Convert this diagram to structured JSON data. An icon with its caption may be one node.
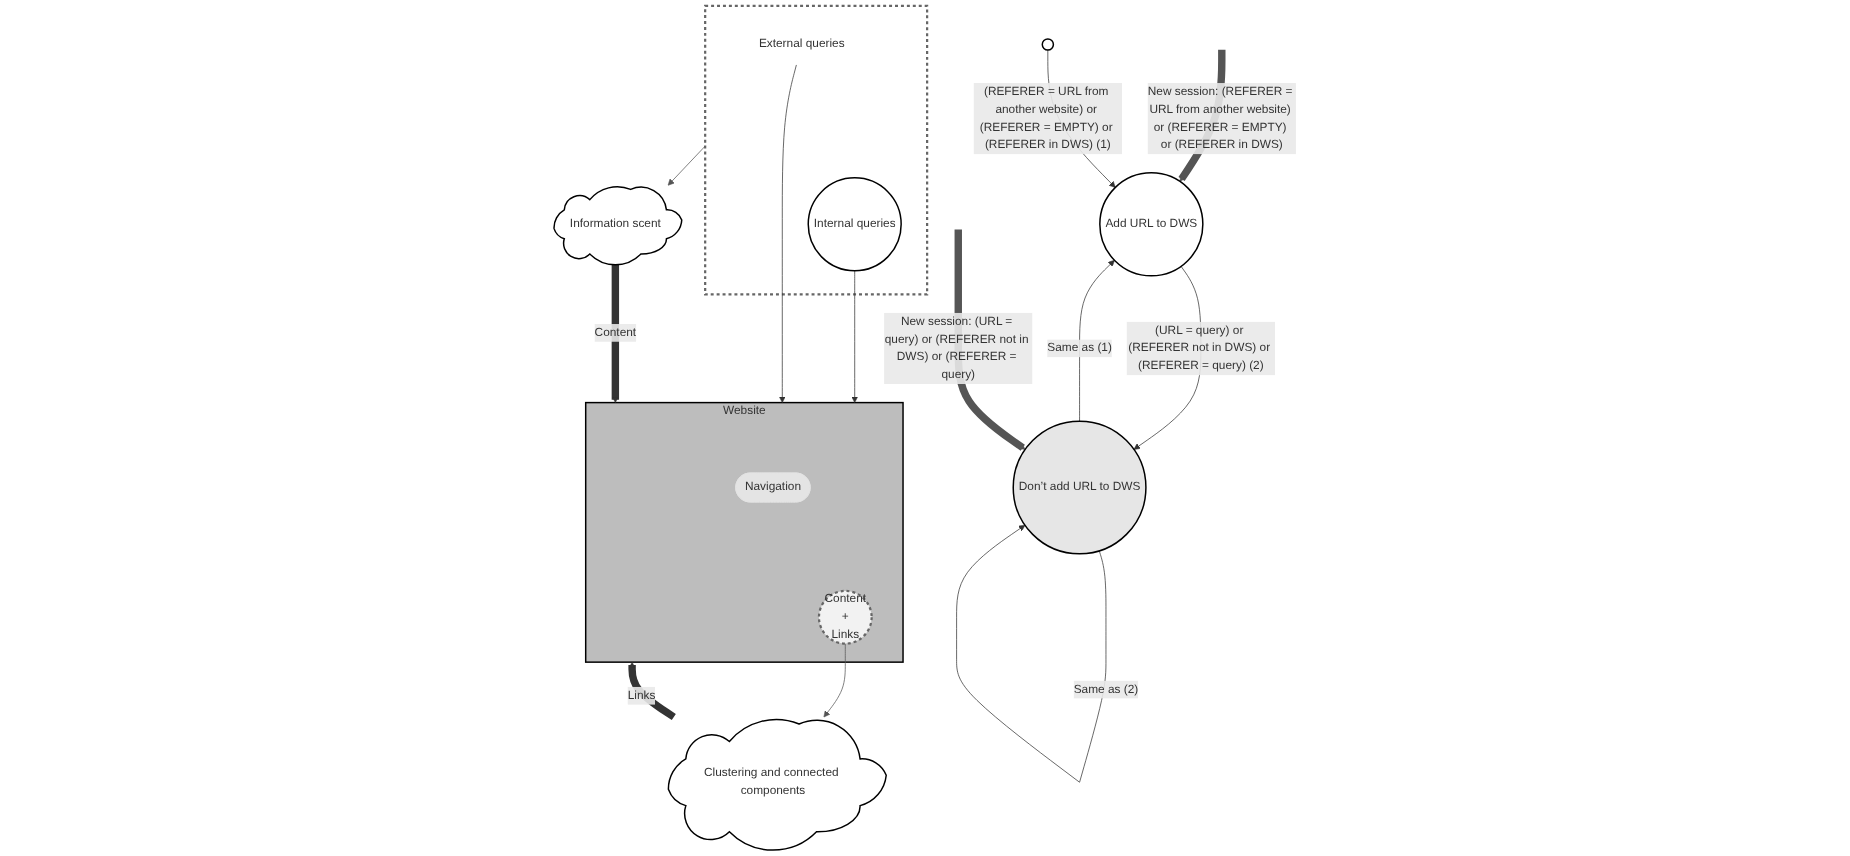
{
  "diagram": {
    "nodes": [
      {
        "text": [],
        "shape": "box"
      },
      {
        "text": [
          "External queries"
        ],
        "in": 0
      },
      {
        "text": [
          "Internal queries"
        ],
        "in": 0
      },
      {
        "text": [
          "Website"
        ]
      },
      {
        "text": [
          "Navigation"
        ],
        "in": 3
      },
      {
        "text": [
          "Content",
          "+",
          "Links"
        ],
        "in": 3
      },
      {
        "text": [
          "Information scent"
        ]
      },
      {
        "text": [
          "Clustering and connected components"
        ]
      },
      {
        "text": [
          "Add URL to DWS"
        ]
      },
      {
        "text": [],
        "shape": "circle"
      },
      {
        "text": [
          "Don’t add URL to DWS"
        ]
      }
    ],
    "edges": [
      {
        "from": 1,
        "to": 3,
        "arrow": "to"
      },
      {
        "from": 2,
        "to": 3,
        "arrow": "to"
      },
      {
        "from": 0,
        "to": 6,
        "arrow": "to",
        "color": "#555555"
      },
      {
        "from": 5,
        "to": 7,
        "arrow": "to",
        "color": "#555555"
      },
      {
        "from": 6,
        "to": 3,
        "arrow": "to",
        "label": "Content",
        "style": "thick"
      },
      {
        "from": 7,
        "to": 3,
        "arrow": "to",
        "label": "Links",
        "style": "thick"
      },
      {
        "from": null,
        "to": 8,
        "arrow": "to",
        "label": "New session: (REFERER = URL from another website) or (REFERER = EMPTY) or (REFERER in DWS)",
        "style": "thick",
        "color": "#555555"
      },
      {
        "from": 9,
        "to": 8,
        "arrow": "to",
        "label": "(REFERER = URL from another website) or (REFERER = EMPTY) or (REFERER in DWS) (1)"
      },
      {
        "from": 8,
        "to": 10,
        "arrow": "to",
        "label": "(URL = query) or (REFERER not in DWS) or (REFERER = query) (2)"
      },
      {
        "from": 10,
        "to": 8,
        "arrow": "to",
        "label": "Same as (1)"
      },
      {
        "from": null,
        "to": 10,
        "arrow": "to",
        "label": "New session: (URL = query) or (REFERER not in DWS) or (REFERER = query)",
        "style": "thick",
        "color": "#555555"
      },
      {
        "from": 10,
        "to": 10,
        "arrow": "to",
        "label": "Same as (2)"
      }
    ]
  }
}
